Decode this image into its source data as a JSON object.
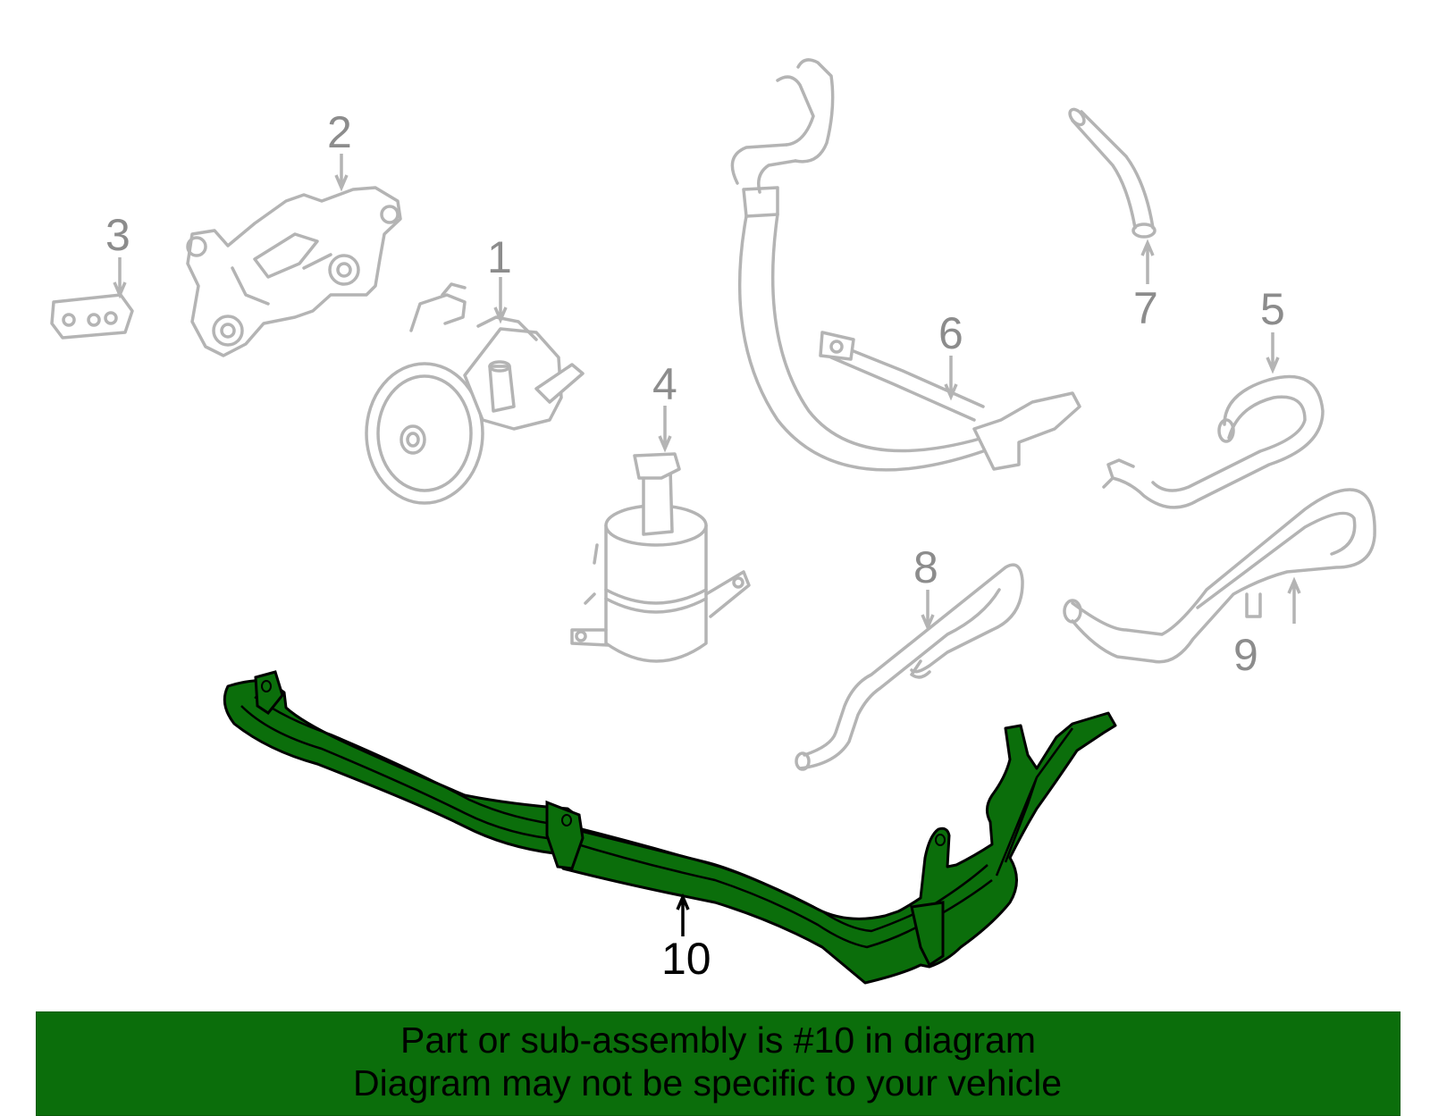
{
  "callouts": [
    "1",
    "2",
    "3",
    "4",
    "5",
    "6",
    "7",
    "8",
    "9",
    "10"
  ],
  "highlight_callout": "10",
  "colors": {
    "highlight_fill": "#0b6e0b",
    "highlight_stroke": "#000000",
    "ghost_stroke": "#b4b4b4",
    "banner_bg": "#0b6e0b"
  },
  "banner": {
    "line1": "Part or sub-assembly is #10 in diagram",
    "line2": "Diagram may not be specific to your vehicle"
  }
}
